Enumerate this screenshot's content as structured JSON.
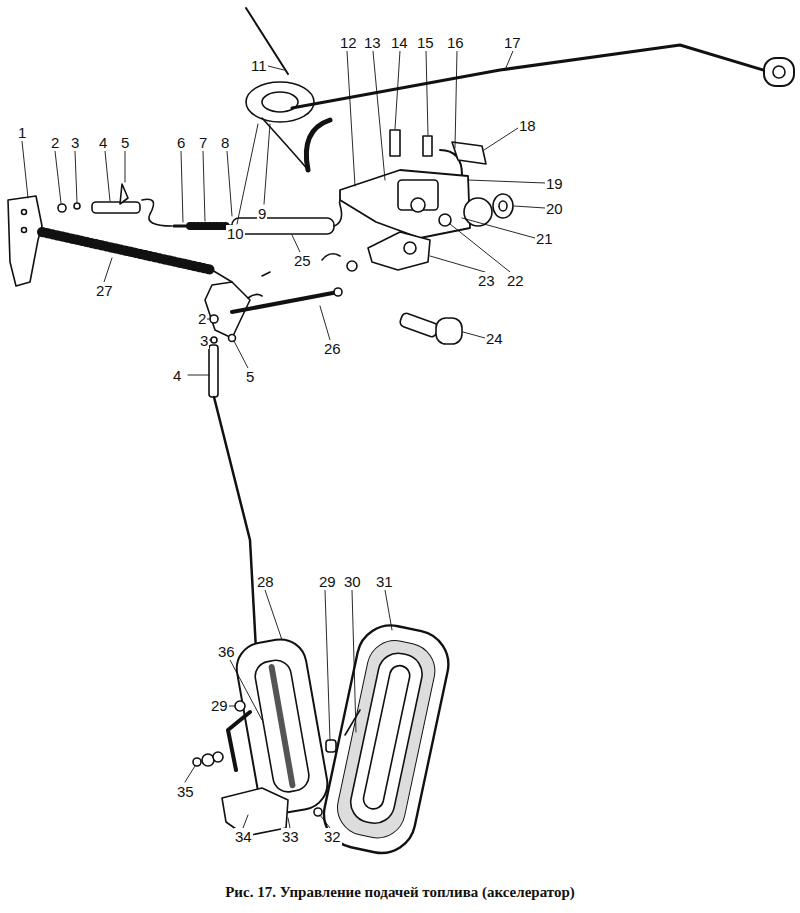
{
  "diagram": {
    "caption": "Рис. 17. Управление подачей топлива (акселератор)",
    "labels": [
      "1",
      "2",
      "3",
      "4",
      "5",
      "6",
      "7",
      "8",
      "9",
      "10",
      "11",
      "12",
      "13",
      "14",
      "15",
      "16",
      "17",
      "18",
      "19",
      "20",
      "21",
      "22",
      "23",
      "24",
      "25",
      "26",
      "27",
      "2",
      "3",
      "4",
      "5",
      "28",
      "29",
      "30",
      "31",
      "36",
      "29",
      "35",
      "34",
      "33",
      "32"
    ]
  }
}
